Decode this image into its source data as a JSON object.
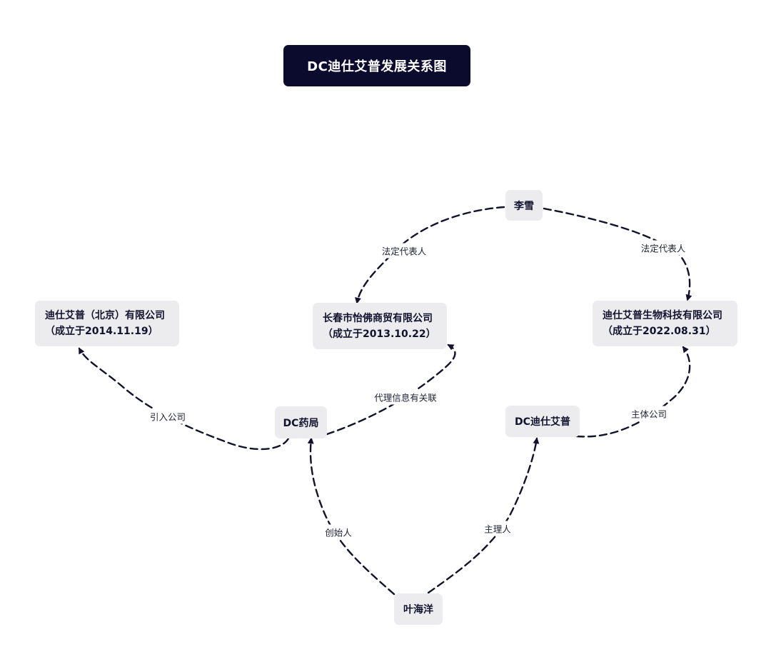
{
  "title": "DC迪仕艾普发展关系图",
  "nodes": {
    "lixue": "李雪",
    "changchun": {
      "name": "长春市怡佛商贸有限公司",
      "founded": "（成立于2013.10.22）"
    },
    "beijing": {
      "name": "迪仕艾普（北京）有限公司",
      "founded": "（成立于2014.11.19）"
    },
    "biotech": {
      "name": "迪仕艾普生物科技有限公司",
      "founded": "（成立于2022.08.31）"
    },
    "dc_pharmacy": "DC药局",
    "dc_dsap": "DC迪仕艾普",
    "yehaiyang": "叶海洋"
  },
  "edges": {
    "legal_rep_left": "法定代表人",
    "legal_rep_right": "法定代表人",
    "introduced_company": "引入公司",
    "agency_link": "代理信息有关联",
    "main_company": "主体公司",
    "founder": "创始人",
    "manager": "主理人"
  },
  "colors": {
    "ink": "#0b0b2e",
    "node_bg": "#ececef",
    "background": "#ffffff"
  }
}
